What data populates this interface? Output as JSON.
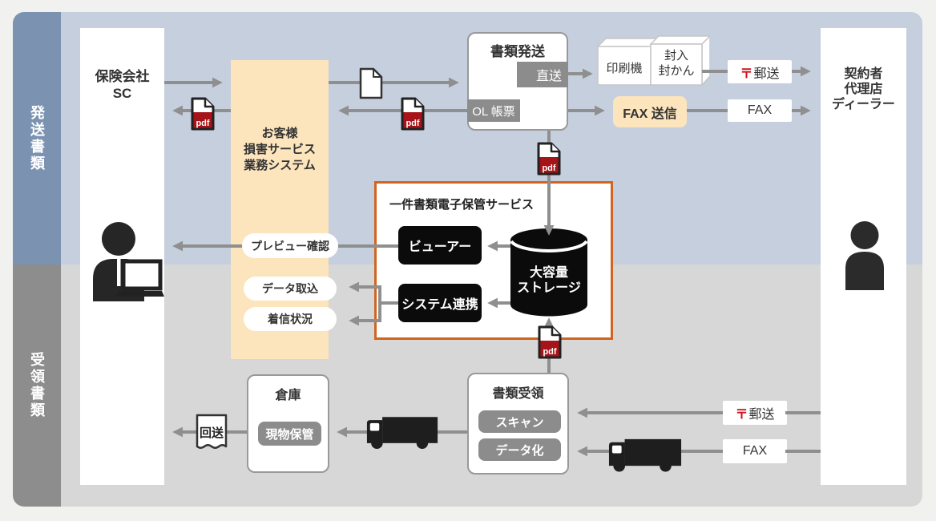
{
  "colors": {
    "accent_orange": "#d2641e",
    "beige": "#fce4bd",
    "pdf_red": "#a61318",
    "rail_blue": "#7b92b1",
    "rail_gray": "#8d8d8d",
    "bg_top": "#c6cfdd",
    "bg_bottom": "#d7d7d7",
    "chip_gray": "#8c8c8c",
    "arrow_gray": "#8f8f8f"
  },
  "sections": {
    "outgoing": "発送書類",
    "incoming": "受領書類"
  },
  "actors": {
    "insurance_company": "保険会社\nSC",
    "contractor": "契約者\n代理店\nディーラー"
  },
  "customer_system": {
    "title": "お客様\n損害サービス\n業務システム"
  },
  "doc_send": {
    "title": "書類発送",
    "direct": "直送",
    "ol_form": "OL 帳票"
  },
  "doc_receive": {
    "title": "書類受領",
    "scan": "スキャン",
    "digitize": "データ化"
  },
  "warehouse": {
    "title": "倉庫",
    "physical_storage": "現物保管"
  },
  "storage_service": {
    "title": "一件書類電子保管サービス",
    "viewer": "ビューアー",
    "system_link": "システム連携",
    "mass_storage": "大容量\nストレージ"
  },
  "system_links": {
    "preview": "プレビュー確認",
    "data_import": "データ取込",
    "incoming_status": "着信状況"
  },
  "delivery": {
    "printer": "印刷機",
    "enclosing": "封入\n封かん",
    "mail_mark": "〒",
    "mail": "郵送",
    "fax_send": "FAX 送信",
    "fax": "FAX"
  },
  "icons": {
    "pdf": "pdf",
    "forwarding": "回送"
  }
}
